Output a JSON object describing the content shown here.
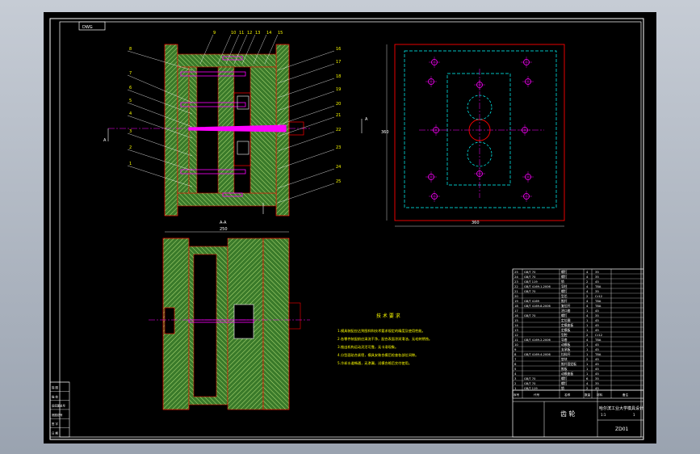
{
  "drawing": {
    "frame_tag": "DWG",
    "section_label_left": "A",
    "section_label_right": "A",
    "section_view_title": "A-A",
    "dim_width_top": "250",
    "dim_width_plate": "360",
    "dim_height_plate": "360"
  },
  "leaders_left": [
    "8",
    "7",
    "6",
    "5",
    "4",
    "3",
    "2",
    "1"
  ],
  "leaders_top": [
    "9",
    "10",
    "11",
    "12",
    "13",
    "14",
    "15"
  ],
  "leaders_right": [
    "16",
    "17",
    "18",
    "19",
    "20",
    "21",
    "22",
    "23",
    "24",
    "25"
  ],
  "notes": {
    "title": "技 术 要 求",
    "lines": [
      "1.模具装配应达到图样和技术要求规定的精度及使用性能。",
      "2.各零件装配前应清洗干净，配合表面涂润滑油，无毛刺锈蚀。",
      "3.推出机构运动灵活可靠，无卡滞现象。",
      "4.分型面贴合紧密，模具安装合模后检查各部位间隙。",
      "5.冷却水道畅通，无渗漏，试模合格后交付使用。"
    ]
  },
  "bom": {
    "rows": [
      {
        "no": "25",
        "code": "GB/T 70",
        "name": "螺钉",
        "qty": "4",
        "mat": "35"
      },
      {
        "no": "24",
        "code": "GB/T 70",
        "name": "螺钉",
        "qty": "4",
        "mat": "35"
      },
      {
        "no": "23",
        "code": "GB/T 119",
        "name": "销",
        "qty": "2",
        "mat": "45"
      },
      {
        "no": "22",
        "code": "GB/T 4169.1-2006",
        "name": "导柱",
        "qty": "4",
        "mat": "T8A"
      },
      {
        "no": "21",
        "code": "GB/T 70",
        "name": "螺钉",
        "qty": "4",
        "mat": "35"
      },
      {
        "no": "20",
        "code": "",
        "name": "型芯",
        "qty": "2",
        "mat": "Cr12"
      },
      {
        "no": "19",
        "code": "GB/T 4169",
        "name": "推杆",
        "qty": "4",
        "mat": "T8A"
      },
      {
        "no": "18",
        "code": "GB/T 4169.8-2006",
        "name": "复位杆",
        "qty": "4",
        "mat": "T8A"
      },
      {
        "no": "17",
        "code": "",
        "name": "浇口套",
        "qty": "1",
        "mat": "45"
      },
      {
        "no": "16",
        "code": "GB/T 70",
        "name": "螺钉",
        "qty": "4",
        "mat": "35"
      },
      {
        "no": "15",
        "code": "",
        "name": "定位圈",
        "qty": "1",
        "mat": "45"
      },
      {
        "no": "14",
        "code": "",
        "name": "定模座板",
        "qty": "1",
        "mat": "45"
      },
      {
        "no": "13",
        "code": "",
        "name": "定模板",
        "qty": "1",
        "mat": "45"
      },
      {
        "no": "12",
        "code": "",
        "name": "型腔",
        "qty": "2",
        "mat": "Cr12"
      },
      {
        "no": "11",
        "code": "GB/T 4169.2-2006",
        "name": "导套",
        "qty": "4",
        "mat": "T8A"
      },
      {
        "no": "10",
        "code": "",
        "name": "动模板",
        "qty": "1",
        "mat": "45"
      },
      {
        "no": "9",
        "code": "",
        "name": "支承板",
        "qty": "1",
        "mat": "45"
      },
      {
        "no": "8",
        "code": "GB/T 4169.4-2006",
        "name": "拉料杆",
        "qty": "1",
        "mat": "T8A"
      },
      {
        "no": "7",
        "code": "",
        "name": "垫块",
        "qty": "2",
        "mat": "45"
      },
      {
        "no": "6",
        "code": "",
        "name": "推杆固定板",
        "qty": "1",
        "mat": "45"
      },
      {
        "no": "5",
        "code": "",
        "name": "推板",
        "qty": "1",
        "mat": "45"
      },
      {
        "no": "4",
        "code": "",
        "name": "动模座板",
        "qty": "1",
        "mat": "45"
      },
      {
        "no": "3",
        "code": "GB/T 70",
        "name": "螺钉",
        "qty": "6",
        "mat": "35"
      },
      {
        "no": "2",
        "code": "GB/T 70",
        "name": "螺钉",
        "qty": "4",
        "mat": "35"
      },
      {
        "no": "1",
        "code": "GB/T 119",
        "name": "销",
        "qty": "2",
        "mat": "45"
      }
    ],
    "header": {
      "no": "序号",
      "code": "代号",
      "name": "名称",
      "qty": "数量",
      "mat": "材料",
      "note": "备注"
    }
  },
  "title_block": {
    "part_name": "齿 轮",
    "school": "哈尔滨工业大学模具设计",
    "drawing_no": "ZD01",
    "scale": "1:1",
    "sheet": "1"
  },
  "left_strip": [
    "描 图",
    "描 校",
    "旧底图总号",
    "底图总号",
    "签 字",
    "日 期"
  ]
}
